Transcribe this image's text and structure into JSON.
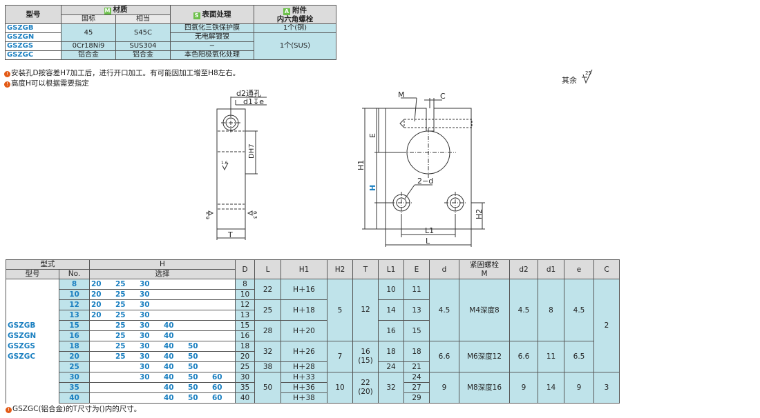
{
  "material_table": {
    "headers": {
      "model": "型号",
      "material": "材质",
      "material_tag": "M",
      "surface": "表面处理",
      "surface_tag": "S",
      "accessory_tag": "A",
      "accessory": "附件",
      "accessory_sub": "内六角螺栓",
      "std": "国标",
      "equiv": "相当"
    },
    "rows": [
      {
        "model": "GSZGB",
        "std": "45",
        "equiv": "S45C",
        "surface": "四氧化三铁保护膜",
        "bolt": "1个(钢)"
      },
      {
        "model": "GSZGN",
        "surface": "无电解镀镍"
      },
      {
        "model": "GSZGS",
        "std": "0Cr18Ni9",
        "equiv": "SUS304",
        "surface": "−",
        "bolt": "1个(SUS)"
      },
      {
        "model": "GSZGC",
        "std": "铝合金",
        "equiv": "铝合金",
        "surface": "本色阳极氧化处理"
      }
    ]
  },
  "notes": {
    "note1": "安装孔D按容差H7加工后，进行开口加工。有可能因加工增至H8左右。",
    "note2": "高度H可以根据需要指定",
    "note3": "GSZGC(铝合金)的T尺寸为()内的尺寸。",
    "rest_label": "其余",
    "rest_value": "25"
  },
  "drawing": {
    "left": {
      "d2_label": "d2通孔",
      "d1e_label": "d1↧e",
      "dh7": "DH7",
      "r16": "1.6",
      "r63a": "6.3",
      "r63b": "6.3",
      "t": "T"
    },
    "right": {
      "m": "M",
      "c": "C",
      "e": "E",
      "h1": "H1",
      "h": "H",
      "twod": "2−d",
      "h2": "H2",
      "l1": "L1",
      "l": "L"
    }
  },
  "dim_table": {
    "header": {
      "type": "型式",
      "model": "型号",
      "no": "No.",
      "h": "H",
      "select": "选择",
      "d": "D",
      "l": "L",
      "h1": "H1",
      "h2": "H2",
      "t": "T",
      "l1": "L1",
      "e": "E",
      "dd": "d",
      "screw": "紧固螺栓",
      "screw_m": "M",
      "d2": "d2",
      "d1": "d1",
      "ee": "e",
      "c": "C"
    },
    "models": [
      "GSZGB",
      "GSZGN",
      "GSZGS",
      "GSZGC"
    ],
    "rows": [
      {
        "no": "8",
        "sel": [
          "20",
          "25",
          "30",
          "",
          "",
          ""
        ],
        "d": "8"
      },
      {
        "no": "10",
        "sel": [
          "20",
          "25",
          "30",
          "",
          "",
          ""
        ],
        "d": "10"
      },
      {
        "no": "12",
        "sel": [
          "20",
          "25",
          "30",
          "",
          "",
          ""
        ],
        "d": "12"
      },
      {
        "no": "13",
        "sel": [
          "20",
          "25",
          "30",
          "",
          "",
          ""
        ],
        "d": "13"
      },
      {
        "no": "15",
        "sel": [
          "",
          "25",
          "30",
          "40",
          "",
          ""
        ],
        "d": "15"
      },
      {
        "no": "16",
        "sel": [
          "",
          "25",
          "30",
          "40",
          "",
          ""
        ],
        "d": "16"
      },
      {
        "no": "18",
        "sel": [
          "",
          "25",
          "30",
          "40",
          "50",
          ""
        ],
        "d": "18"
      },
      {
        "no": "20",
        "sel": [
          "",
          "25",
          "30",
          "40",
          "50",
          ""
        ],
        "d": "20"
      },
      {
        "no": "25",
        "sel": [
          "",
          "",
          "30",
          "40",
          "50",
          ""
        ],
        "d": "25"
      },
      {
        "no": "30",
        "sel": [
          "",
          "",
          "30",
          "40",
          "50",
          "60"
        ],
        "d": "30"
      },
      {
        "no": "35",
        "sel": [
          "",
          "",
          "",
          "40",
          "50",
          "60"
        ],
        "d": "35"
      },
      {
        "no": "40",
        "sel": [
          "",
          "",
          "",
          "40",
          "50",
          "60"
        ],
        "d": "40"
      }
    ],
    "merged": {
      "l": [
        "22",
        "25",
        "28",
        "32",
        "38",
        "50"
      ],
      "h1": [
        "H＋16",
        "H＋18",
        "H＋20",
        "H＋26",
        "H＋28",
        "H＋33",
        "H＋36",
        "H＋38"
      ],
      "h2": [
        "5",
        "7",
        "10"
      ],
      "t": [
        "12",
        "16",
        "(15)",
        "22",
        "(20)"
      ],
      "l1": [
        "10",
        "14",
        "16",
        "18",
        "24",
        "32"
      ],
      "e": [
        "11",
        "13",
        "15",
        "18",
        "21",
        "24",
        "27",
        "29"
      ],
      "d": [
        "4.5",
        "6.6",
        "9"
      ],
      "screw": [
        "M4深度8",
        "M6深度12",
        "M8深度16"
      ],
      "d2": [
        "4.5",
        "6.6",
        "9"
      ],
      "d1": [
        "8",
        "11",
        "14"
      ],
      "ee": [
        "4.5",
        "6.5",
        "9"
      ],
      "c": [
        "2",
        "3"
      ]
    }
  }
}
